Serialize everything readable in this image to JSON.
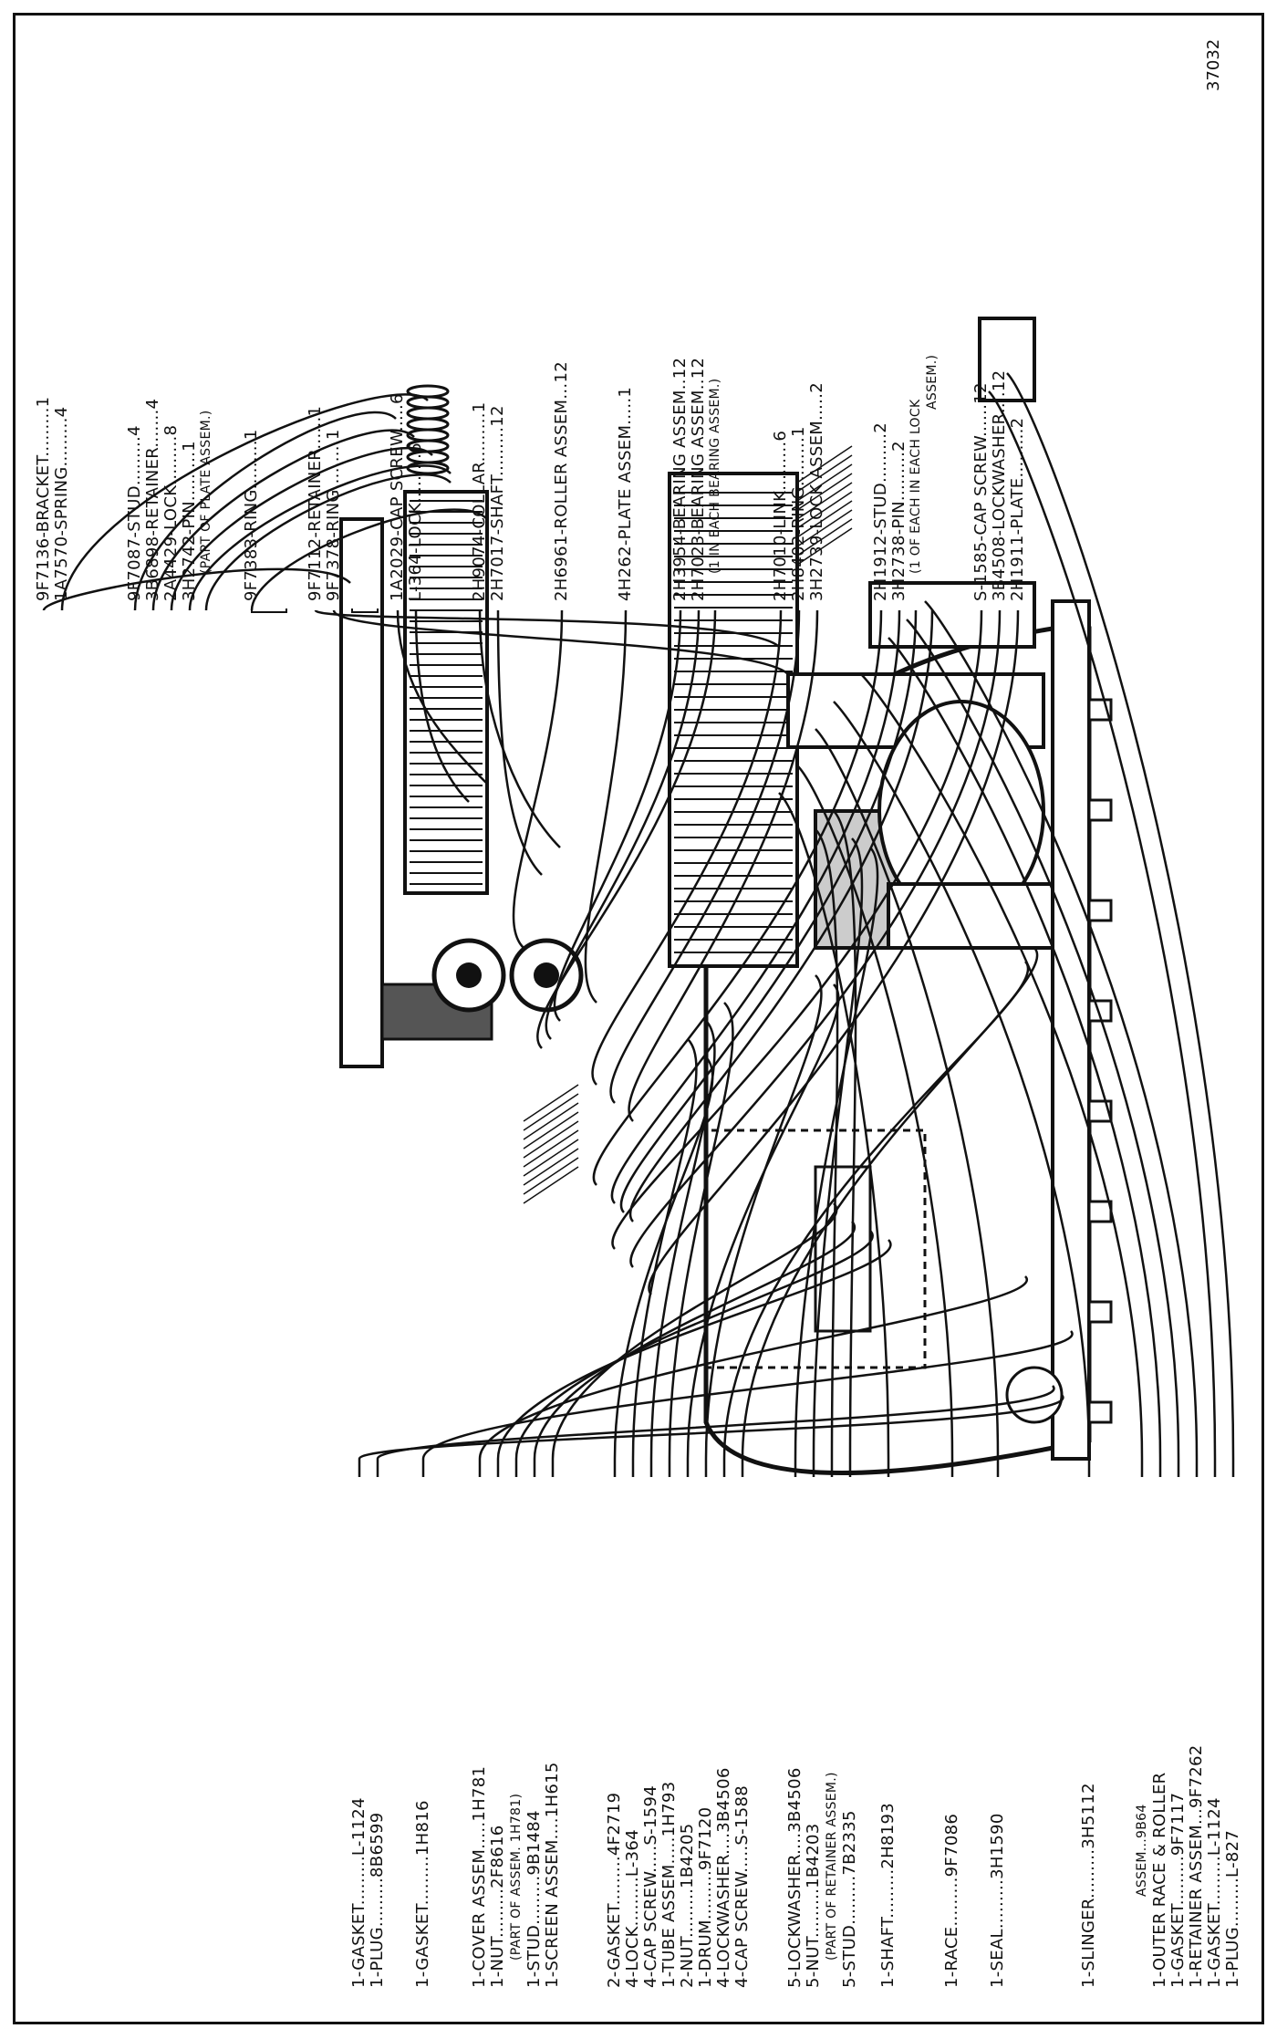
{
  "figure_number": "37032",
  "left_callouts": [
    {
      "text": "1-PLUG.........L-827"
    },
    {
      "text": "1-GASKET.........L-1124"
    },
    {
      "text": "1-RETAINER ASSEM...9F7262"
    },
    {
      "text": "1-GASKET.........9F7117"
    },
    {
      "text": "1-OUTER RACE & ROLLER"
    },
    {
      "text": "ASSEM...9B64"
    },
    {
      "text": "1-SLINGER.........3H5112"
    },
    {
      "text": "1-SEAL.........3H1590"
    },
    {
      "text": "1-RACE.........9F7086"
    },
    {
      "text": "1-SHAFT.........2H8193"
    },
    {
      "text": "5-STUD.........7B2335"
    },
    {
      "text": "(PART OF RETAINER ASSEM.)"
    },
    {
      "text": "5-NUT.........1B4203"
    },
    {
      "text": "5-LOCKWASHER....3B4506"
    },
    {
      "text": "4-CAP SCREW.....S-1588"
    },
    {
      "text": "4-LOCKWASHER....3B4506"
    },
    {
      "text": "1-DRUM.........9F7120"
    },
    {
      "text": "2-NUT.........1B4205"
    },
    {
      "text": "1-TUBE ASSEM.....1H793"
    },
    {
      "text": "4-CAP SCREW.....S-1594"
    },
    {
      "text": "4-LOCK.........L-364"
    },
    {
      "text": "2-GASKET.........4F2719"
    },
    {
      "text": "1-SCREEN ASSEM....1H615"
    },
    {
      "text": "1-STUD.........9B1484"
    },
    {
      "text": "(PART OF ASSEM. 1H781)"
    },
    {
      "text": "1-NUT.........2F8616"
    },
    {
      "text": "1-COVER ASSEM.....1H781"
    },
    {
      "text": "1-GASKET.........1H816"
    },
    {
      "text": "1-PLUG.........8B6599"
    },
    {
      "text": "1-GASKET.........L-1124"
    }
  ],
  "right_callouts": [
    {
      "text": "9F7136-BRACKET.........1"
    },
    {
      "text": "1A7570-SPRING.........4"
    },
    {
      "text": "9F7087-STUD.........4"
    },
    {
      "text": "3B6898-RETAINER.......4"
    },
    {
      "text": "2A4429-LOCK.........8"
    },
    {
      "text": "3H2742-PIN.........1"
    },
    {
      "text": "(PART OF PLATE ASSEM.)"
    },
    {
      "text": "9F7383-RING.........1"
    },
    {
      "text": "9F7112-RETAINER......1"
    },
    {
      "text": "9F7378-RING.........1"
    },
    {
      "text": "1A2029-CAP SCREW.....6"
    },
    {
      "text": "L-364-LOCK.........6"
    },
    {
      "text": "2H9074-COLLAR.........1"
    },
    {
      "text": "2H7017-SHAFT.........12"
    },
    {
      "text": "2H6961-ROLLER ASSEM...12"
    },
    {
      "text": "4H262-PLATE ASSEM.....1"
    },
    {
      "text": "2H3954-BEARING ASSEM..12"
    },
    {
      "text": "2H7023-BEARING ASSEM..12"
    },
    {
      "text": "(1 IN EACH BEARING ASSEM.)"
    },
    {
      "text": "2H7010-LINK.........6"
    },
    {
      "text": "2H8402-RING.........1"
    },
    {
      "text": "3H2739-LOCK ASSEM.....2"
    },
    {
      "text": "2H1912-STUD.........2"
    },
    {
      "text": "3H2738-PIN.........2"
    },
    {
      "text": "(1 OF EACH IN EACH LOCK"
    },
    {
      "text": "ASSEM.)"
    },
    {
      "text": "S-1585-CAP SCREW......12"
    },
    {
      "text": "3B4508-LOCKWASHER....12"
    },
    {
      "text": "2H1911-PLATE.........2"
    }
  ]
}
